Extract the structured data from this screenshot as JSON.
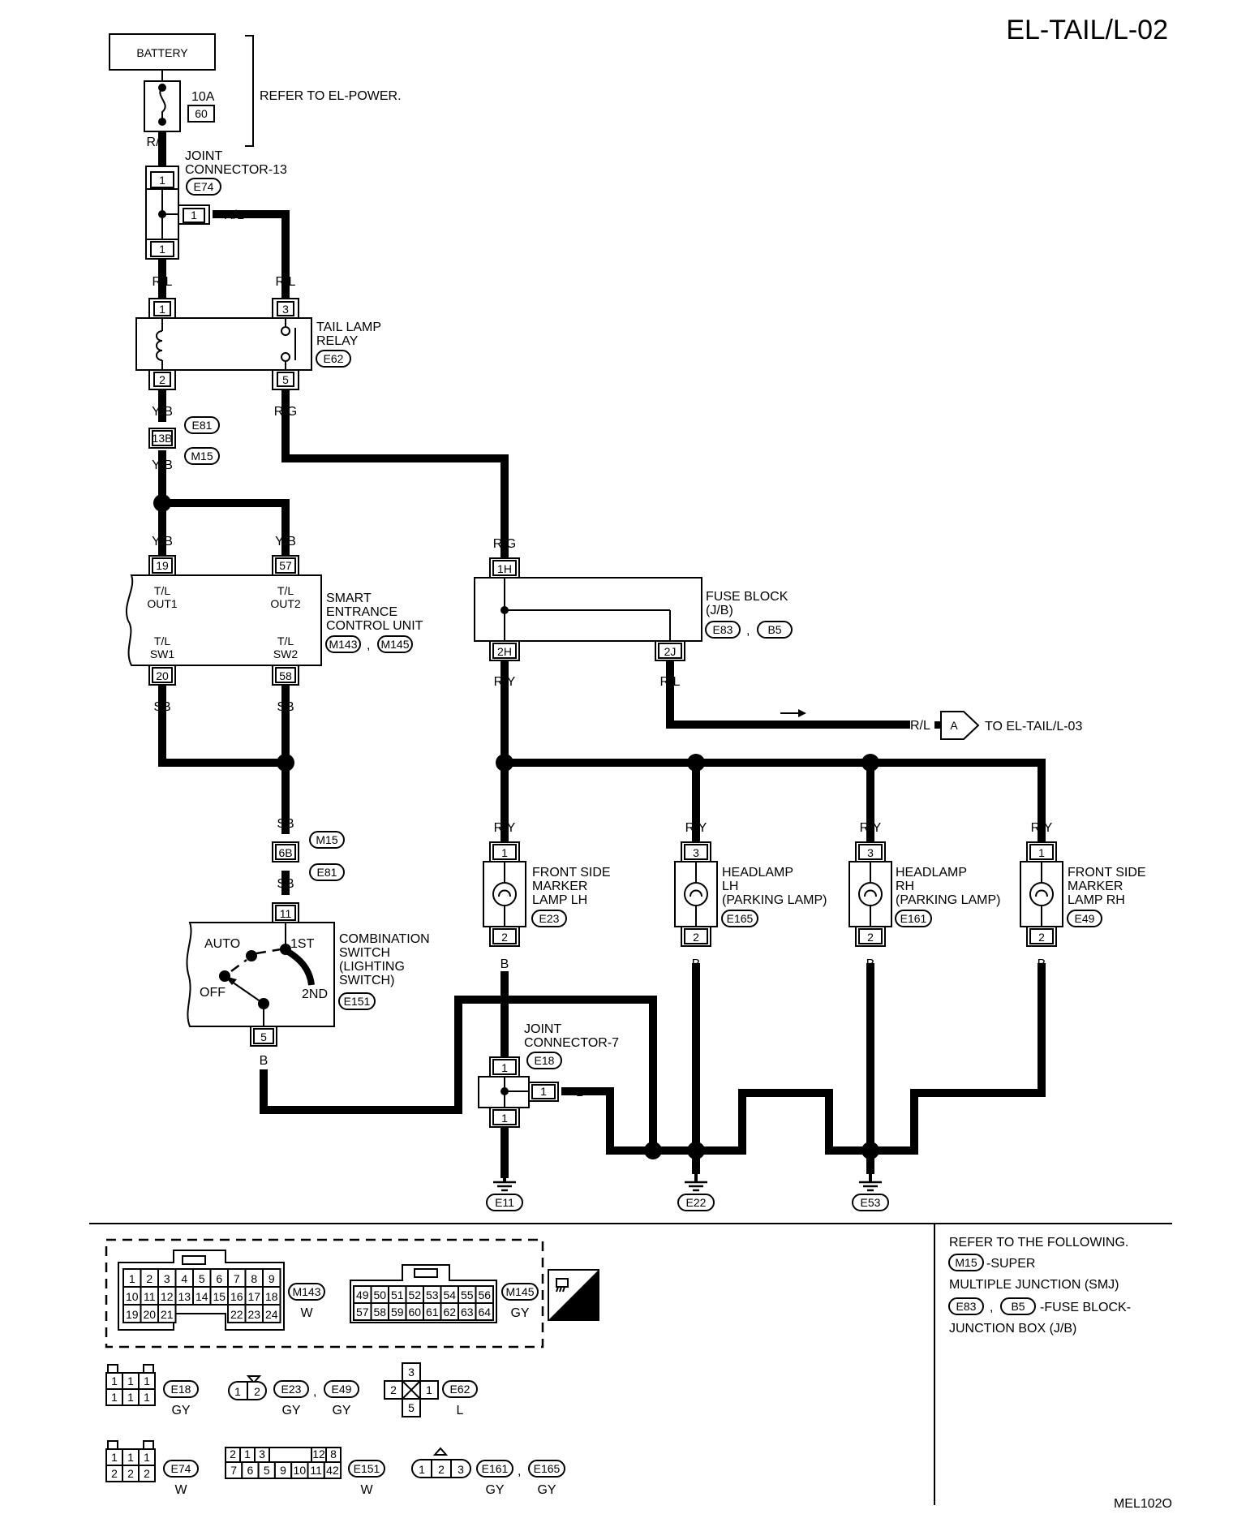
{
  "page_id": "EL-TAIL/L-02",
  "figure_code": "MEL102O",
  "battery": {
    "label": "BATTERY",
    "fuse_amp": "10A",
    "fuse_no": "60",
    "note": "REFER TO EL-POWER."
  },
  "joint13": {
    "line1": "JOINT",
    "line2": "CONNECTOR-13",
    "conn": "E74",
    "pin_top": "1",
    "pin_side": "1",
    "pin_bottom": "1"
  },
  "relay": {
    "line1": "TAIL LAMP",
    "line2": "RELAY",
    "conn": "E62",
    "pins": [
      "1",
      "2",
      "3",
      "5"
    ]
  },
  "inline1": {
    "pin": "13B",
    "conn_a": "E81",
    "conn_b": "M15"
  },
  "secu": {
    "line1": "SMART",
    "line2": "ENTRANCE",
    "line3": "CONTROL UNIT",
    "conn_a": "M143",
    "conn_b": "M145",
    "sep": ",",
    "pins": [
      "19",
      "57",
      "20",
      "58"
    ],
    "out1_a": "T/L",
    "out1_b": "OUT1",
    "out2_a": "T/L",
    "out2_b": "OUT2",
    "sw1_a": "T/L",
    "sw1_b": "SW1",
    "sw2_a": "T/L",
    "sw2_b": "SW2"
  },
  "inline2": {
    "pin": "6B",
    "conn_a": "M15",
    "conn_b": "E81"
  },
  "comb": {
    "line1": "COMBINATION",
    "line2": "SWITCH",
    "line3": "(LIGHTING",
    "line4": "SWITCH)",
    "conn": "E151",
    "pos_auto": "AUTO",
    "pos_1st": "1ST",
    "pos_off": "OFF",
    "pos_2nd": "2ND",
    "pin_top": "11",
    "pin_bottom": "5"
  },
  "fuse_block": {
    "line1": "FUSE BLOCK",
    "line2": "(J/B)",
    "conn_a": "E83",
    "conn_b": "B5",
    "sep": ",",
    "pins": [
      "1H",
      "2H",
      "2J"
    ]
  },
  "to_next": {
    "wire": "R/L",
    "letter": "A",
    "label": "TO EL-TAIL/L-03"
  },
  "lamps": [
    {
      "line1": "FRONT SIDE",
      "line2": "MARKER",
      "line3": "LAMP LH",
      "conn": "E23",
      "pin_top": "1",
      "pin_bottom": "2"
    },
    {
      "line1": "HEADLAMP",
      "line2": "LH",
      "line3": "(PARKING LAMP)",
      "conn": "E165",
      "pin_top": "3",
      "pin_bottom": "2"
    },
    {
      "line1": "HEADLAMP",
      "line2": "RH",
      "line3": "(PARKING LAMP)",
      "conn": "E161",
      "pin_top": "3",
      "pin_bottom": "2"
    },
    {
      "line1": "FRONT SIDE",
      "line2": "MARKER",
      "line3": "LAMP RH",
      "conn": "E49",
      "pin_top": "1",
      "pin_bottom": "2"
    }
  ],
  "joint7": {
    "line1": "JOINT",
    "line2": "CONNECTOR-7",
    "conn": "E18",
    "pin_top": "1",
    "pin_side": "1",
    "pin_bottom": "1"
  },
  "grounds": [
    "E11",
    "E22",
    "E53"
  ],
  "wires": {
    "rl": "R/L",
    "yb": "Y/B",
    "rg": "R/G",
    "ry": "R/Y",
    "sb": "SB",
    "b": "B"
  },
  "connectors": {
    "m143": {
      "id": "M143",
      "color": "W",
      "rows": [
        [
          "1",
          "2",
          "3",
          "4",
          "5",
          "6",
          "7",
          "8",
          "9"
        ],
        [
          "10",
          "11",
          "12",
          "13",
          "14",
          "15",
          "16",
          "17",
          "18"
        ],
        [
          "19",
          "20",
          "21",
          "",
          "",
          "",
          "22",
          "23",
          "24"
        ]
      ]
    },
    "m145": {
      "id": "M145",
      "color": "GY",
      "rows": [
        [
          "49",
          "50",
          "51",
          "52",
          "53",
          "54",
          "55",
          "56"
        ],
        [
          "57",
          "58",
          "59",
          "60",
          "61",
          "62",
          "63",
          "64"
        ]
      ]
    },
    "hs_label": "H.S.",
    "e18": {
      "id": "E18",
      "color": "GY",
      "cells": [
        "1",
        "1",
        "1",
        "1",
        "1",
        "1"
      ]
    },
    "e23_49": {
      "id_a": "E23",
      "id_b": "E49",
      "color_a": "GY",
      "color_b": "GY",
      "sep": ",",
      "cells": [
        "1",
        "2"
      ]
    },
    "e62": {
      "id": "E62",
      "color": "L",
      "cells": [
        "3",
        "2",
        "1",
        "5"
      ]
    },
    "e74": {
      "id": "E74",
      "color": "W",
      "cells": [
        "1",
        "1",
        "1",
        "2",
        "2",
        "2"
      ]
    },
    "e151": {
      "id": "E151",
      "color": "W",
      "cells": [
        "2",
        "1",
        "3",
        "",
        "12",
        "8",
        "7",
        "6",
        "5",
        "9",
        "10",
        "11",
        "42"
      ]
    },
    "e161_165": {
      "id_a": "E161",
      "id_b": "E165",
      "color_a": "GY",
      "color_b": "GY",
      "sep": ",",
      "cells": [
        "1",
        "2",
        "3"
      ]
    }
  },
  "refer": {
    "line1": "REFER TO THE FOLLOWING.",
    "smj_conn": "M15",
    "smj_a": "-SUPER",
    "smj_b": "MULTIPLE JUNCTION (SMJ)",
    "jb_conn_a": "E83",
    "jb_conn_b": "B5",
    "sep": ",",
    "jb_a": "-FUSE BLOCK-",
    "jb_b": "JUNCTION BOX (J/B)"
  }
}
